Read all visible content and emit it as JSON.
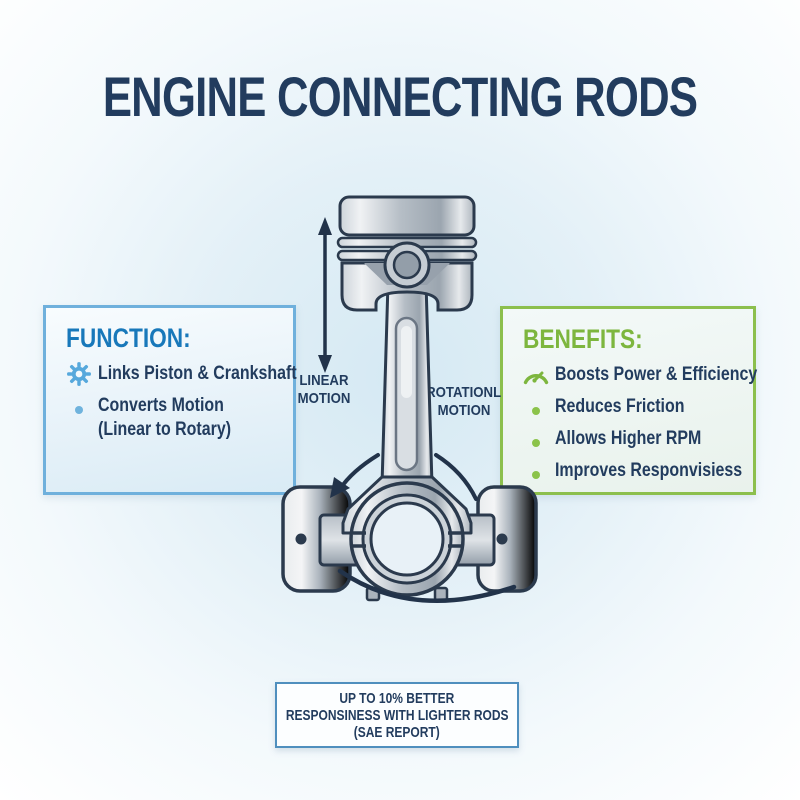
{
  "title": "ENGINE CONNECTING RODS",
  "function_panel": {
    "heading": "FUNCTION:",
    "items": [
      {
        "icon": "gear-icon",
        "text": "Links Piston & Crankshaft"
      },
      {
        "icon": "bullet",
        "line1": "Converts Motion",
        "line2": "(Linear to Rotary)"
      }
    ]
  },
  "benefits_panel": {
    "heading": "BENEFITS:",
    "items": [
      {
        "icon": "gauge-icon",
        "text": "Boosts Power & Efficiency"
      },
      {
        "icon": "bullet",
        "text": "Reduces Friction"
      },
      {
        "icon": "bullet",
        "text": "Allows Higher RPM"
      },
      {
        "icon": "bullet",
        "text": "Improves Responvisiess"
      }
    ]
  },
  "labels": {
    "linear": {
      "line1": "LINEAR",
      "line2": "MOTION"
    },
    "rotational": {
      "line1": "ROTATIONL",
      "line2": "MOTION"
    }
  },
  "note": {
    "lines": [
      "UP TO 10% BETTER",
      "RESPONSINESS WITH LIGHTER RODS",
      "(SAE REPORT)"
    ]
  },
  "illustration": {
    "subject": "piston with connecting rod and crankshaft big end",
    "annotations": [
      "linear motion double arrow",
      "rotary motion curved arrows"
    ]
  },
  "colors": {
    "navy_text": "#223c5e",
    "function_heading_blue": "#1878ba",
    "benefits_heading_green": "#7db63e",
    "function_border": "#6fb0dc",
    "benefits_border": "#8cbf4d",
    "note_border": "#4f8fbe",
    "gear_icon": "#56a8dc",
    "gauge_icon": "#7db63e",
    "bullet_blue": "#6fb3dd",
    "bullet_green": "#8bc34a"
  }
}
